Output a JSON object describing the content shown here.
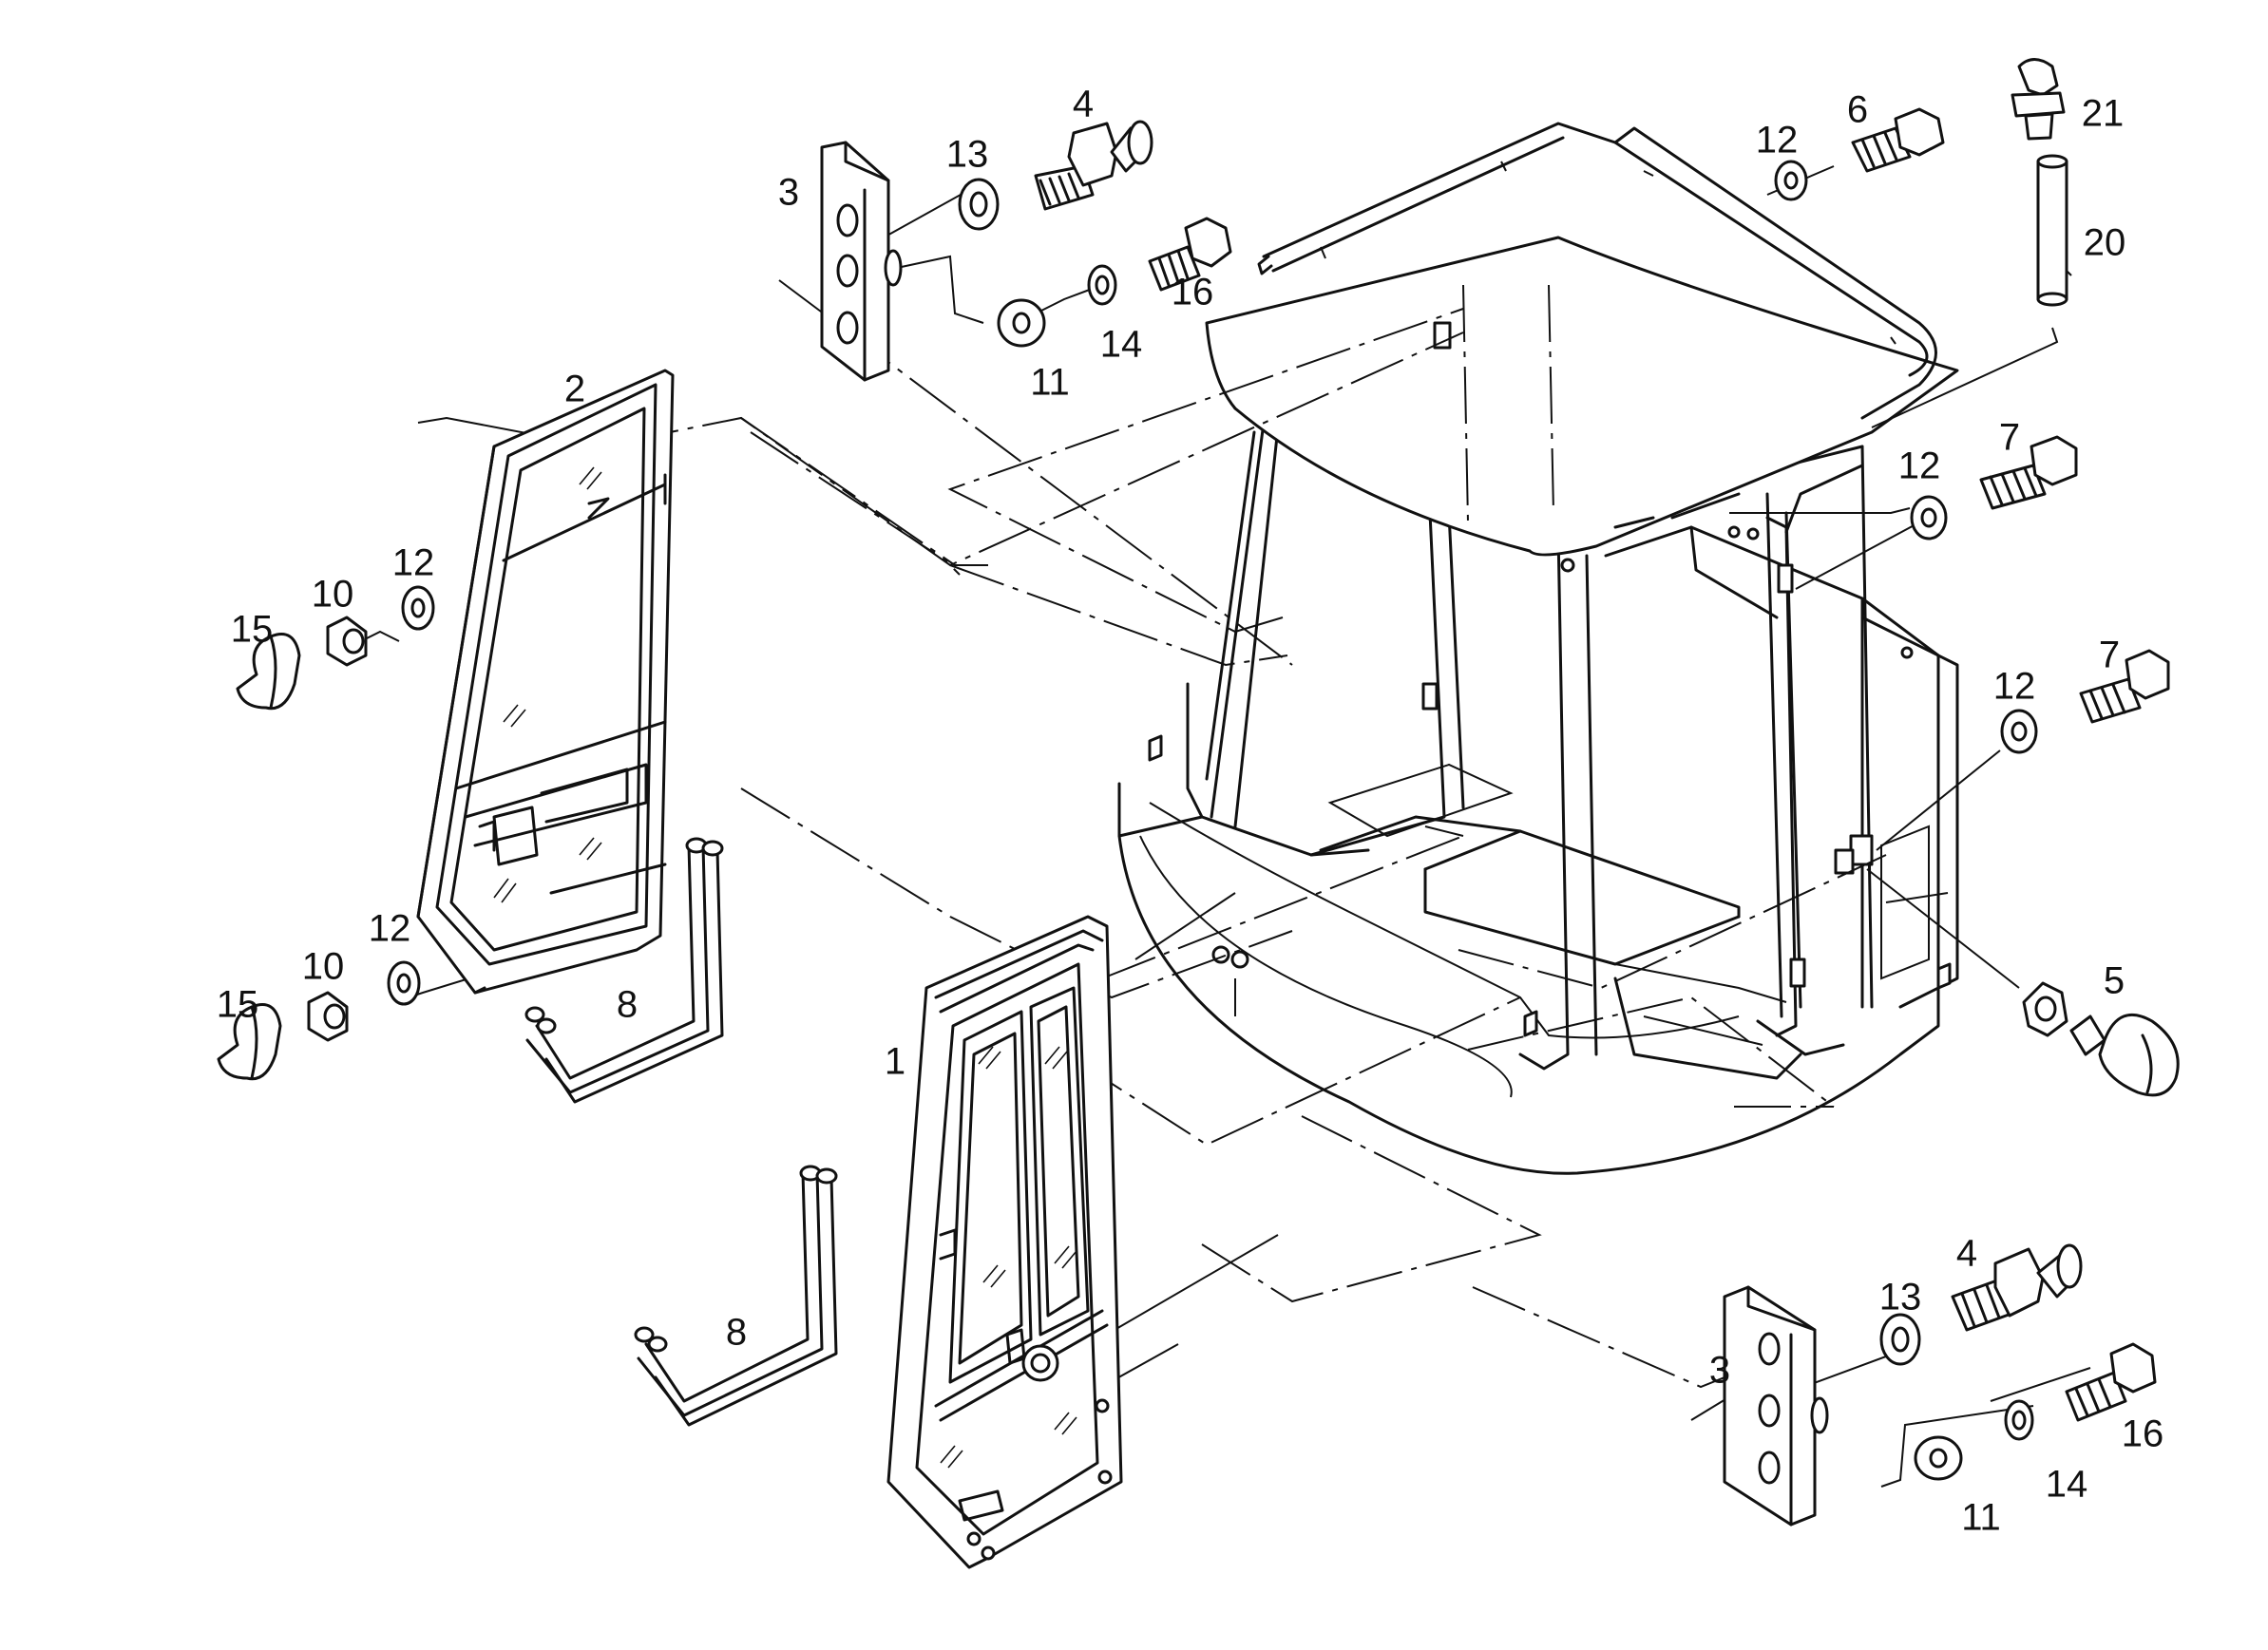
{
  "callouts": [
    {
      "id": "lbl-4-top",
      "text": "4"
    },
    {
      "id": "lbl-13-top",
      "text": "13"
    },
    {
      "id": "lbl-3-top",
      "text": "3"
    },
    {
      "id": "lbl-16-top",
      "text": "16"
    },
    {
      "id": "lbl-14-top",
      "text": "14"
    },
    {
      "id": "lbl-11-top",
      "text": "11"
    },
    {
      "id": "lbl-12-roof",
      "text": "12"
    },
    {
      "id": "lbl-6",
      "text": "6"
    },
    {
      "id": "lbl-21",
      "text": "21"
    },
    {
      "id": "lbl-20",
      "text": "20"
    },
    {
      "id": "lbl-2",
      "text": "2"
    },
    {
      "id": "lbl-12-left-upper",
      "text": "12"
    },
    {
      "id": "lbl-10-upper",
      "text": "10"
    },
    {
      "id": "lbl-15-upper",
      "text": "15"
    },
    {
      "id": "lbl-12-right-upper",
      "text": "12"
    },
    {
      "id": "lbl-7-upper",
      "text": "7"
    },
    {
      "id": "lbl-12-right-lower",
      "text": "12"
    },
    {
      "id": "lbl-7-lower",
      "text": "7"
    },
    {
      "id": "lbl-12-left-lower",
      "text": "12"
    },
    {
      "id": "lbl-10-lower",
      "text": "10"
    },
    {
      "id": "lbl-15-lower",
      "text": "15"
    },
    {
      "id": "lbl-8-upper",
      "text": "8"
    },
    {
      "id": "lbl-1",
      "text": "1"
    },
    {
      "id": "lbl-5",
      "text": "5"
    },
    {
      "id": "lbl-8-lower",
      "text": "8"
    },
    {
      "id": "lbl-4-bottom",
      "text": "4"
    },
    {
      "id": "lbl-13-bottom",
      "text": "13"
    },
    {
      "id": "lbl-3-bottom",
      "text": "3"
    },
    {
      "id": "lbl-16-bottom",
      "text": "16"
    },
    {
      "id": "lbl-14-bottom",
      "text": "14"
    },
    {
      "id": "lbl-11-bottom",
      "text": "11"
    }
  ]
}
